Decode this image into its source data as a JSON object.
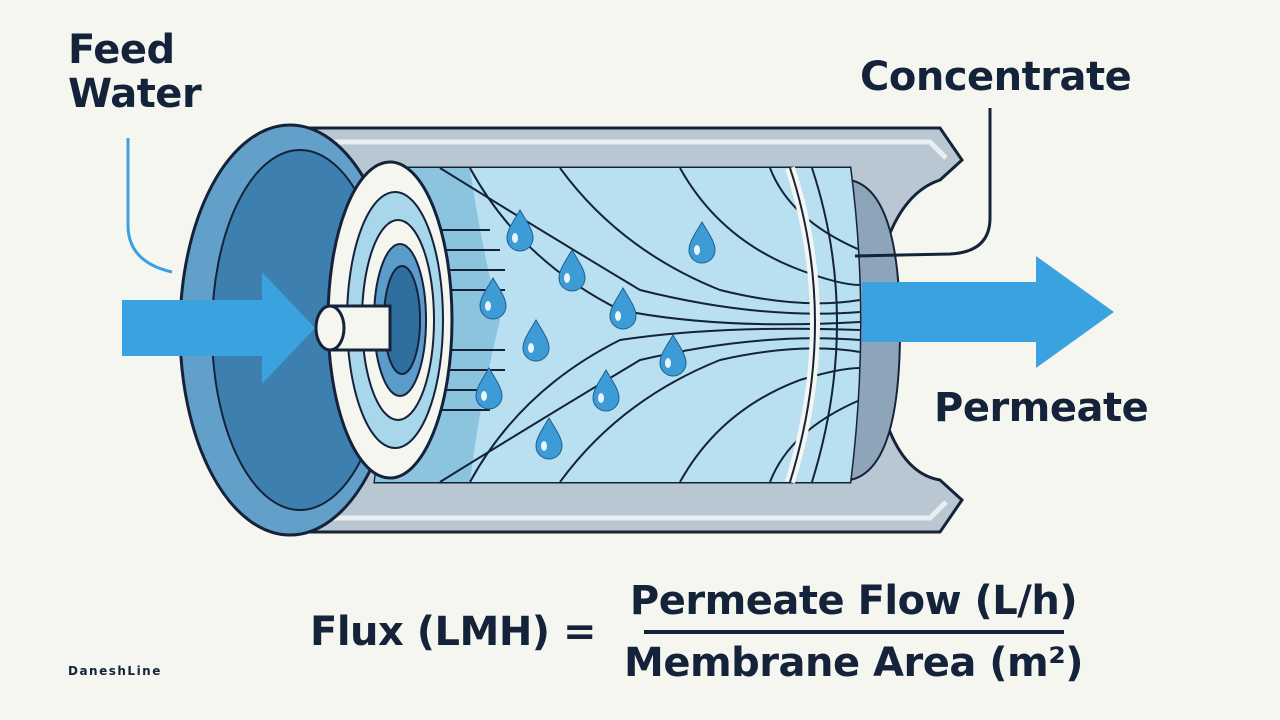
{
  "labels": {
    "feed_water": "Feed\nWater",
    "concentrate": "Concentrate",
    "permeate": "Permeate"
  },
  "formula": {
    "lhs": "Flux (LMH) =",
    "numerator": "Permeate Flow (L/h)",
    "denominator": "Membrane Area (m²)"
  },
  "brand": "DaneshLine",
  "colors": {
    "arrow": "#3aa3df",
    "outline": "#14233a",
    "housing": "#b9c7d3",
    "cap_outer": "#63a0c9",
    "cap_inner": "#3d7fae",
    "membrane": "#a8d6ea",
    "droplet": "#3d9bd6",
    "background": "#f6f6f1"
  },
  "icons": [
    "water-droplet-icon",
    "flow-arrow-icon"
  ]
}
